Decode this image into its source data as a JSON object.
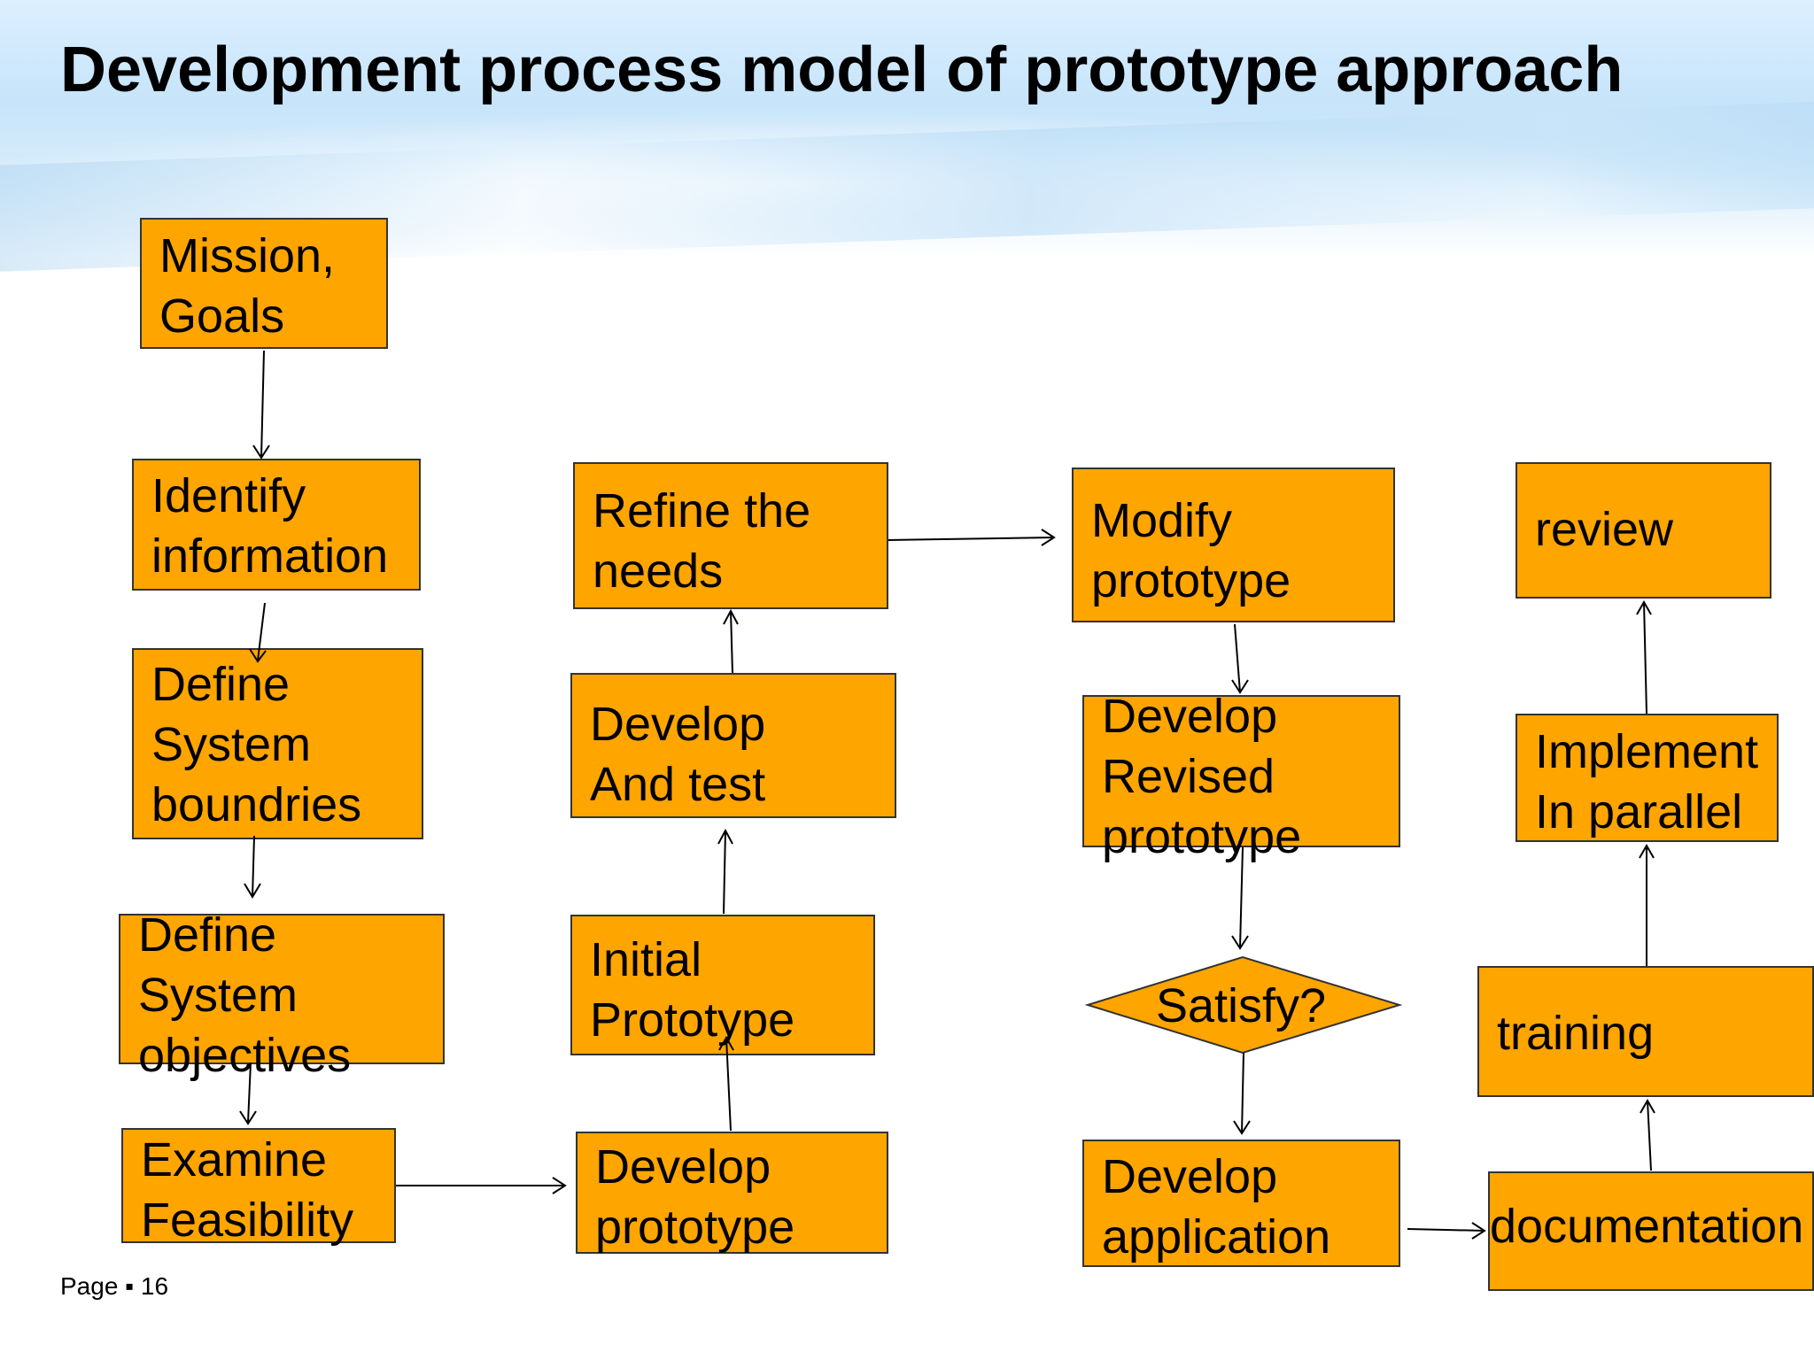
{
  "title": "Development process model of prototype approach",
  "colors": {
    "box_fill": "#ffa500",
    "box_border": "#333333",
    "arrow": "#000000"
  },
  "boxes": {
    "mission_goals": [
      "Mission,",
      "Goals"
    ],
    "identify_information": [
      "Identify",
      "information"
    ],
    "define_boundaries": [
      "Define",
      "System",
      "boundries"
    ],
    "define_objectives": [
      "Define",
      "System",
      "objectives"
    ],
    "examine_feasibility": [
      "Examine",
      "Feasibility"
    ],
    "develop_prototype": [
      "Develop",
      "prototype"
    ],
    "initial_prototype": [
      "Initial",
      "Prototype"
    ],
    "develop_and_test": [
      "Develop",
      "And test"
    ],
    "refine_needs": [
      "Refine the",
      "needs"
    ],
    "modify_prototype": [
      "Modify",
      "prototype"
    ],
    "develop_revised": [
      "Develop",
      "Revised",
      "prototype"
    ],
    "satisfy": "Satisfy?",
    "develop_application": [
      "Develop",
      "application"
    ],
    "documentation": "documentation",
    "training": "training",
    "implement_parallel": [
      "Implement",
      "In parallel"
    ],
    "review": "review"
  },
  "footer": {
    "page_label": "Page ▪ 16"
  }
}
